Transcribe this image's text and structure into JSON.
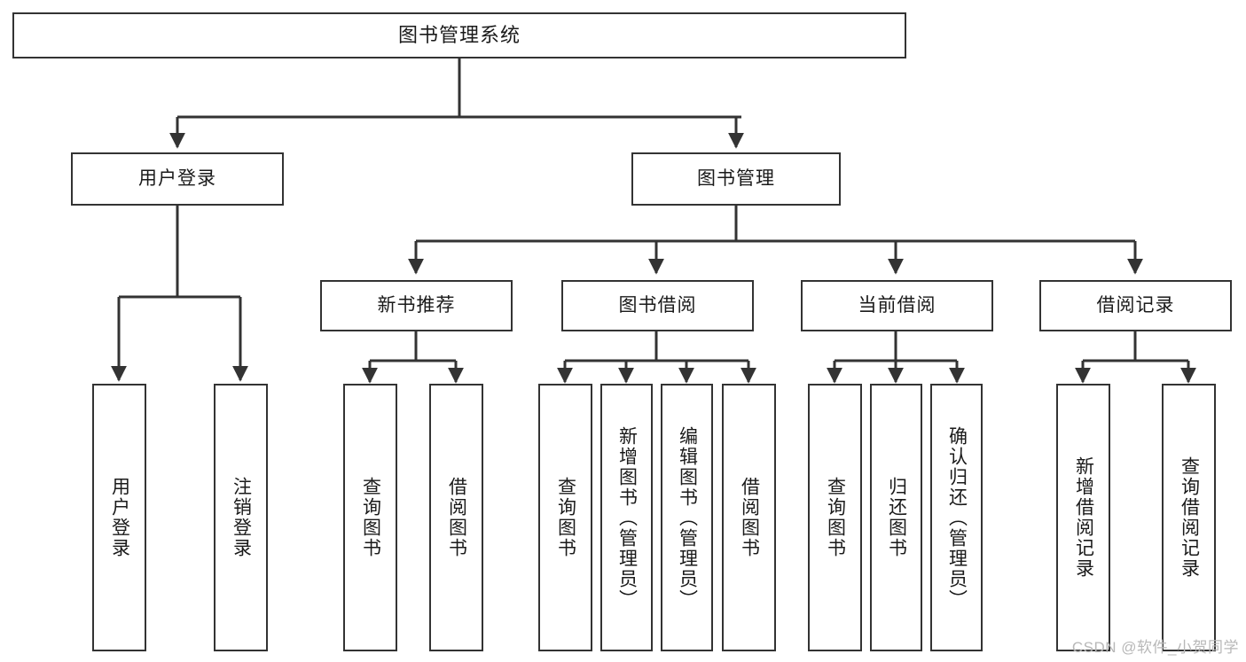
{
  "diagram": {
    "title": "图书管理系统",
    "watermark": "CSDN @软件_小贺同学",
    "line_color": "#333333",
    "box_fill": "#ffffff",
    "text_color": "#1a1a1a",
    "watermark_color": "#b8b8b8"
  },
  "nodes": {
    "root": {
      "label": "图书管理系统"
    },
    "level1": [
      {
        "label": "用户登录"
      },
      {
        "label": "图书管理"
      }
    ],
    "level2": [
      {
        "label": "新书推荐"
      },
      {
        "label": "图书借阅"
      },
      {
        "label": "当前借阅"
      },
      {
        "label": "借阅记录"
      }
    ],
    "leaves": {
      "user_login": [
        {
          "label": "用户登录"
        },
        {
          "label": "注销登录"
        }
      ],
      "new_books": [
        {
          "label": "查询图书"
        },
        {
          "label": "借阅图书"
        }
      ],
      "book_borrow": [
        {
          "label": "查询图书"
        },
        {
          "label": "新增图书（管理员）"
        },
        {
          "label": "编辑图书（管理员）"
        },
        {
          "label": "借阅图书"
        }
      ],
      "current_borrow": [
        {
          "label": "查询图书"
        },
        {
          "label": "归还图书"
        },
        {
          "label": "确认归还（管理员）"
        }
      ],
      "borrow_records": [
        {
          "label": "新增借阅记录"
        },
        {
          "label": "查询借阅记录"
        }
      ]
    }
  }
}
